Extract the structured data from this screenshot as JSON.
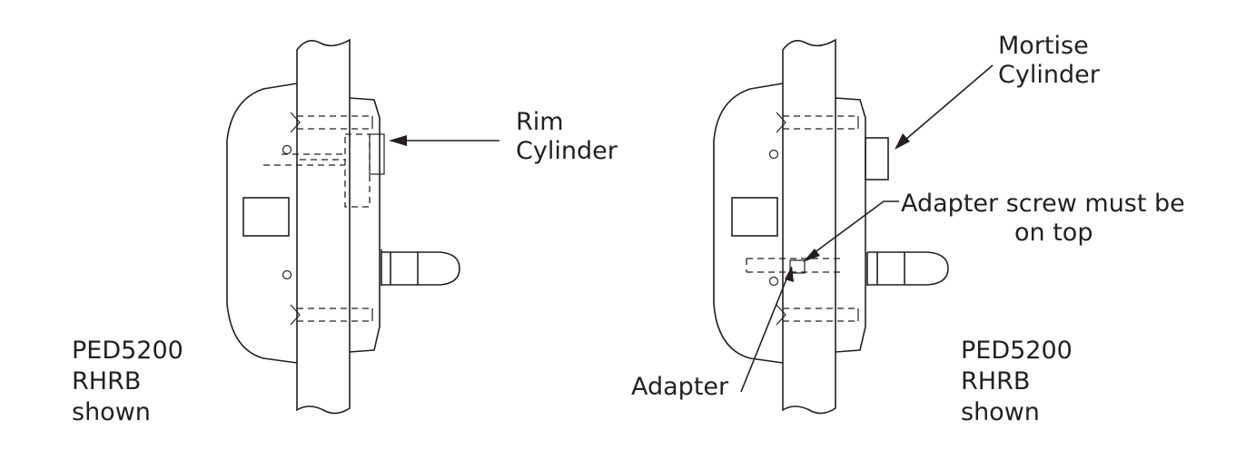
{
  "left_panel": {
    "callout_line1": "Rim",
    "callout_line2": "Cylinder",
    "model_line1": "PED5200",
    "model_line2": "RHRB",
    "model_line3": "shown"
  },
  "right_panel": {
    "callout_line1": "Mortise",
    "callout_line2": "Cylinder",
    "screw_note_line1": "Adapter screw must be",
    "screw_note_line2": "on top",
    "adapter_label": "Adapter",
    "model_line1": "PED5200",
    "model_line2": "RHRB",
    "model_line3": "shown"
  },
  "colors": {
    "ink": "#231f20",
    "background": "#ffffff"
  }
}
